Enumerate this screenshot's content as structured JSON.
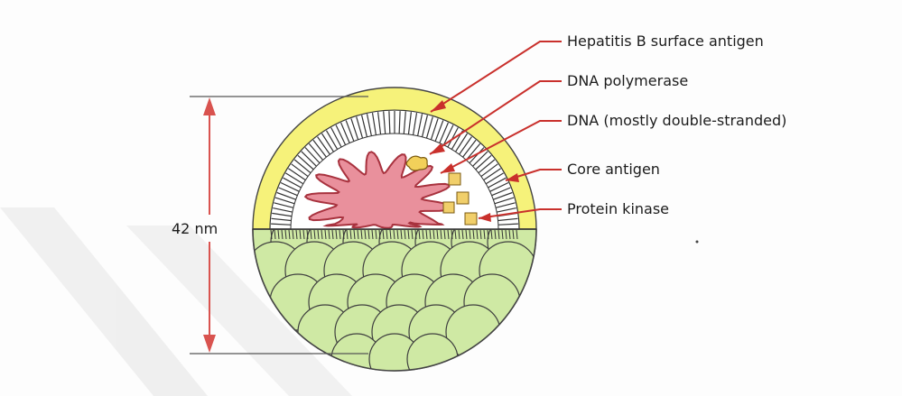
{
  "diagram": {
    "size_label": "42 nm",
    "labels": [
      "Hepatitis B surface antigen",
      "DNA polymerase",
      "DNA (mostly double-stranded)",
      "Core antigen",
      "Protein kinase"
    ],
    "colors": {
      "surface_antigen": "#f6f27a",
      "core_shell": "#ffffff",
      "dna_core": "#e9909c",
      "dna_outline": "#a8323e",
      "protein_kinase": "#f1cf6a",
      "lower_shell": "#cfe9a4",
      "pointer": "#c9302c",
      "watermark": "#eeeeee"
    }
  }
}
